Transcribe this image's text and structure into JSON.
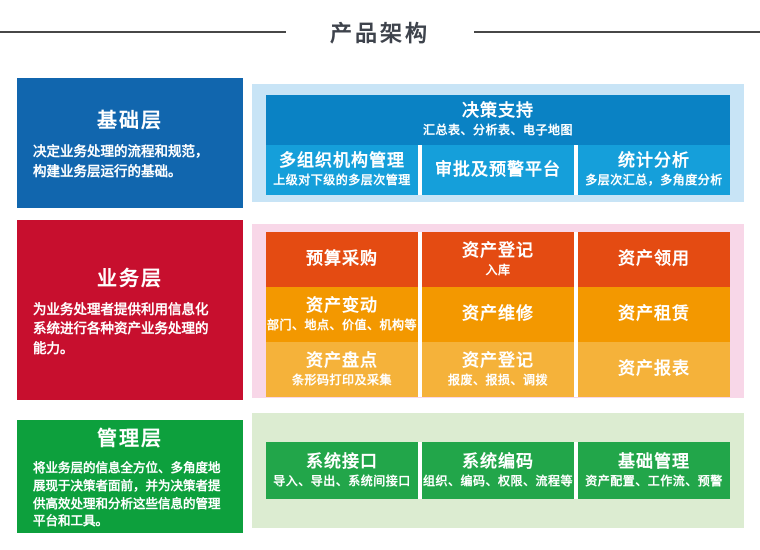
{
  "header": {
    "title": "产品架构"
  },
  "palette": {
    "header_line": "#474747",
    "title_text": "#3e434c",
    "foundation_layer": "#1166ae",
    "foundation_panel": "#c8e4f6",
    "foundation_feature": "#0a82c4",
    "foundation_cell": "#159fda",
    "business_layer": "#c70f2e",
    "business_panel": "#f8d7e8",
    "business_row1": "#e44b12",
    "business_row2": "#f39800",
    "business_row3": "#f5b23a",
    "management_layer": "#0da03d",
    "management_panel": "#dcecd1",
    "management_cell": "#22a64a"
  },
  "sections": [
    {
      "layer_title": "基础层",
      "layer_desc": "决定业务处理的流程和规范，\n构建业务层运行的基础。",
      "feature": {
        "label": "决策支持",
        "sublabel": "汇总表、分析表、电子地图"
      },
      "cells": [
        {
          "label": "多组织机构管理",
          "sublabel": "上级对下级的多层次管理"
        },
        {
          "label": "审批及预警平台",
          "sublabel": ""
        },
        {
          "label": "统计分析",
          "sublabel": "多层次汇总，多角度分析"
        }
      ]
    },
    {
      "layer_title": "业务层",
      "layer_desc": "为业务处理者提供利用信息化\n系统进行各种资产业务处理的\n能力。",
      "rows": [
        [
          {
            "label": "预算采购",
            "sublabel": ""
          },
          {
            "label": "资产登记",
            "sublabel": "入库"
          },
          {
            "label": "资产领用",
            "sublabel": ""
          }
        ],
        [
          {
            "label": "资产变动",
            "sublabel": "部门、地点、价值、机构等"
          },
          {
            "label": "资产维修",
            "sublabel": ""
          },
          {
            "label": "资产租赁",
            "sublabel": ""
          }
        ],
        [
          {
            "label": "资产盘点",
            "sublabel": "条形码打印及采集"
          },
          {
            "label": "资产登记",
            "sublabel": "报废、报损、调拨"
          },
          {
            "label": "资产报表",
            "sublabel": ""
          }
        ]
      ]
    },
    {
      "layer_title": "管理层",
      "layer_desc": "将业务层的信息全方位、多角度地\n展现于决策者面前，并为决策者提\n供高效处理和分析这些信息的管理\n平台和工具。",
      "cells": [
        {
          "label": "系统接口",
          "sublabel": "导入、导出、系统间接口"
        },
        {
          "label": "系统编码",
          "sublabel": "组织、编码、权限、流程等"
        },
        {
          "label": "基础管理",
          "sublabel": "资产配置、工作流、预警"
        }
      ]
    }
  ]
}
